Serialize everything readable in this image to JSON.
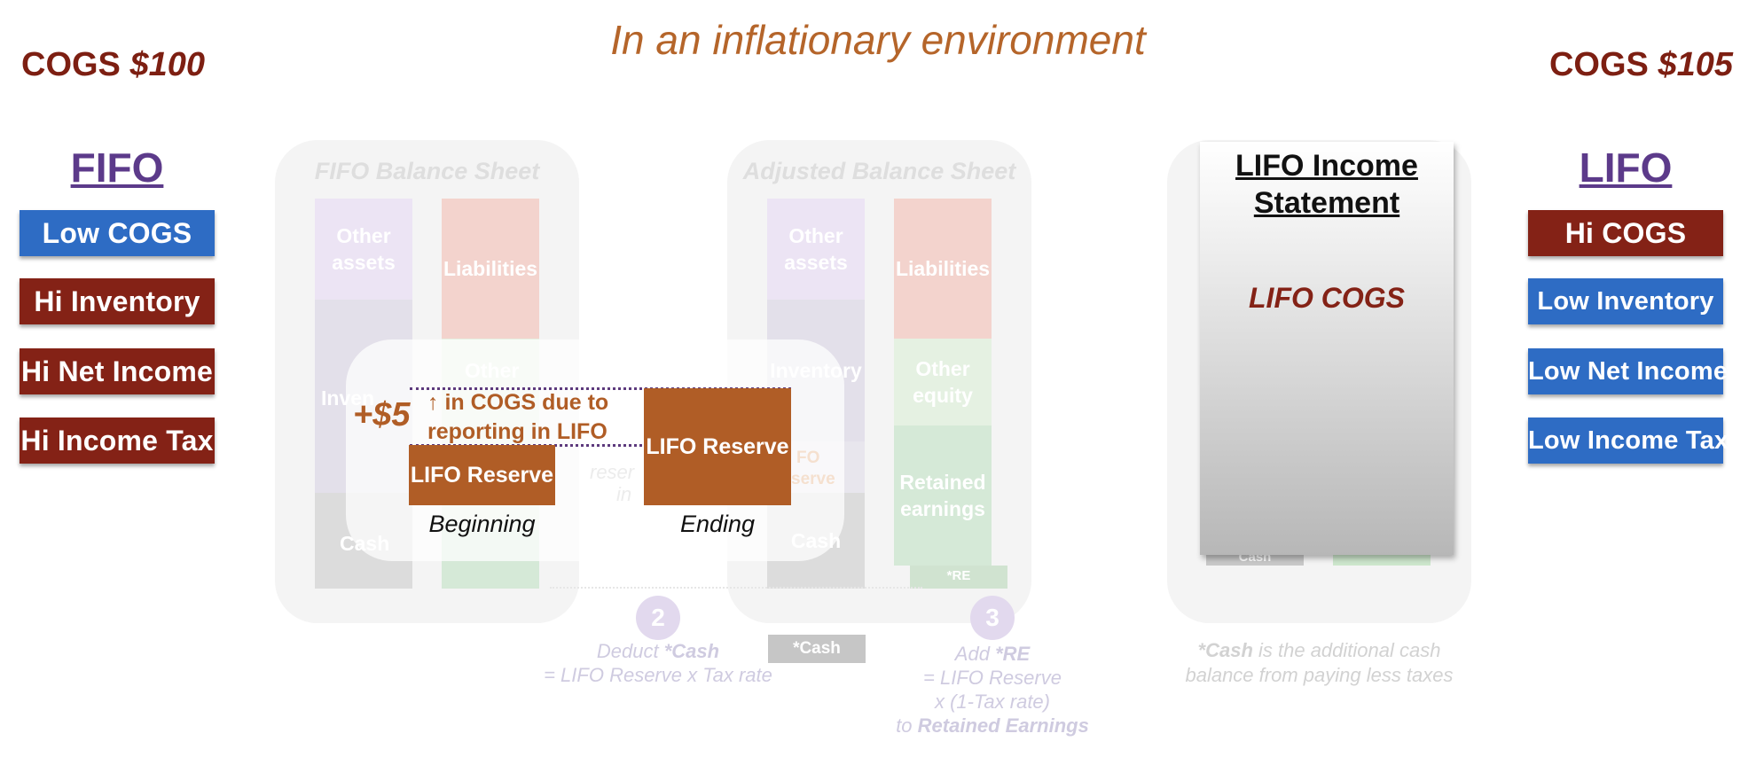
{
  "title": "In an inflationary environment",
  "left": {
    "cogs_label": "COGS",
    "cogs_amount": "$100",
    "method": "FIFO",
    "tags": [
      {
        "label": "Low COGS",
        "color": "#2e6cc4"
      },
      {
        "label": "Hi Inventory",
        "color": "#842216"
      },
      {
        "label": "Hi Net Income",
        "color": "#842216"
      },
      {
        "label": "Hi Income Tax",
        "color": "#842216"
      }
    ]
  },
  "right": {
    "cogs_label": "COGS",
    "cogs_amount": "$105",
    "method": "LIFO",
    "tags": [
      {
        "label": "Hi COGS",
        "color": "#842216"
      },
      {
        "label": "Low Inventory",
        "color": "#2e6cc4"
      },
      {
        "label": "Low Net Income",
        "color": "#2e6cc4"
      },
      {
        "label": "Low Income Tax",
        "color": "#2e6cc4"
      }
    ]
  },
  "fifo_bs": {
    "title": "FIFO Balance Sheet",
    "other_assets": "Other assets",
    "liabilities": "Liabilities",
    "inventory_partial": "Inven",
    "other_partial": "Other",
    "cash": "Cash"
  },
  "adjusted_bs": {
    "title": "Adjusted Balance Sheet",
    "other_assets": "Other assets",
    "liabilities": "Liabilities",
    "inventory": "Inventory",
    "other_equity": "Other equity",
    "retained_earnings": "Retained earnings",
    "cash": "Cash",
    "re_chip": "*RE",
    "lifo_partial": "FO",
    "reserve_partial": "serve"
  },
  "overlay": {
    "increase": "+$5",
    "increase_note_line1": "↑ in COGS due to",
    "increase_note_line2": "reporting in LIFO",
    "beginning_box": "LIFO Reserve",
    "beginning_caption": "Beginning",
    "ending_box": "LIFO Reserve",
    "ending_caption": "Ending",
    "hidden_text_1": "reser",
    "hidden_text_2": "in"
  },
  "steps": [
    {
      "number": "2",
      "line1_prefix": "Deduct ",
      "line1_bold": "*Cash",
      "line2": "= LIFO Reserve x Tax rate",
      "chip": "*Cash"
    },
    {
      "number": "3",
      "line1_prefix": "Add ",
      "line1_bold": "*RE",
      "line2": "= LIFO Reserve",
      "line3": "x (1-Tax rate)",
      "line4_prefix": "to ",
      "line4_bold": "Retained Earnings"
    }
  ],
  "lifo_is": {
    "title": "LIFO Income Statement",
    "cogs": "LIFO COGS",
    "cash_partial": "Cash",
    "note_bold": "*Cash",
    "note_line1": " is the additional cash",
    "note_line2": "balance from paying less taxes"
  }
}
